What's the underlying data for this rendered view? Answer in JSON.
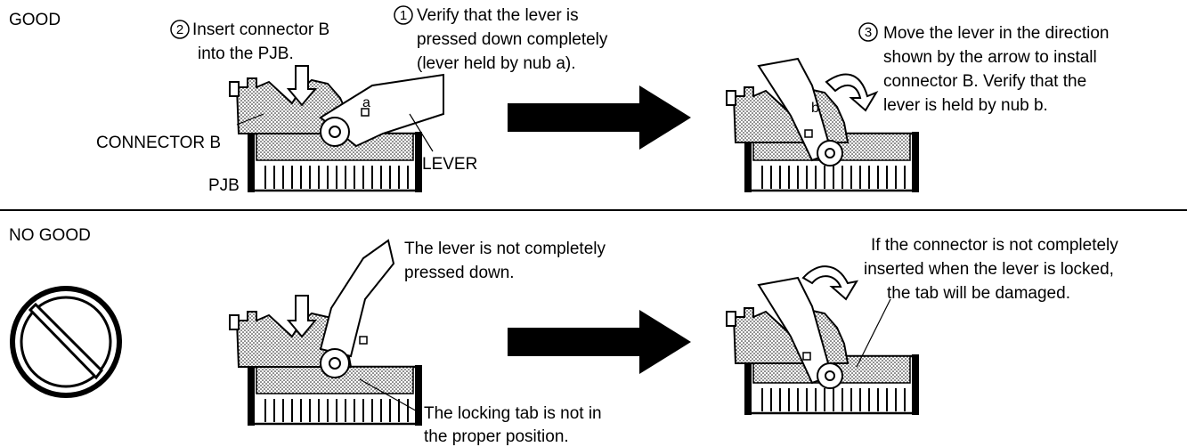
{
  "sections": {
    "good": "GOOD",
    "no_good": "NO GOOD"
  },
  "good": {
    "step2": {
      "num": "2",
      "line1": "Insert connector B",
      "line2": "into the PJB."
    },
    "step1": {
      "num": "1",
      "line1": "Verify that the lever is",
      "line2": "pressed down completely",
      "line3": "(lever held by nub a)."
    },
    "step3": {
      "num": "3",
      "line1": "Move the lever in the direction",
      "line2": "shown by the arrow to install",
      "line3": "connector B. Verify that the",
      "line4": "lever is held by nub b."
    },
    "connector_label": "CONNECTOR B",
    "pjb_label": "PJB",
    "lever_label": "LEVER",
    "nub_a": "a",
    "nub_b": "b"
  },
  "no_good": {
    "lever_note": {
      "line1": "The lever is not completely",
      "line2": "pressed down."
    },
    "tab_note": {
      "line1": "The locking tab is not in",
      "line2": "the proper position."
    },
    "damage_note": {
      "line1": "If the connector is not completely",
      "line2": "inserted when the lever is locked,",
      "line3": "the tab will be damaged."
    }
  }
}
